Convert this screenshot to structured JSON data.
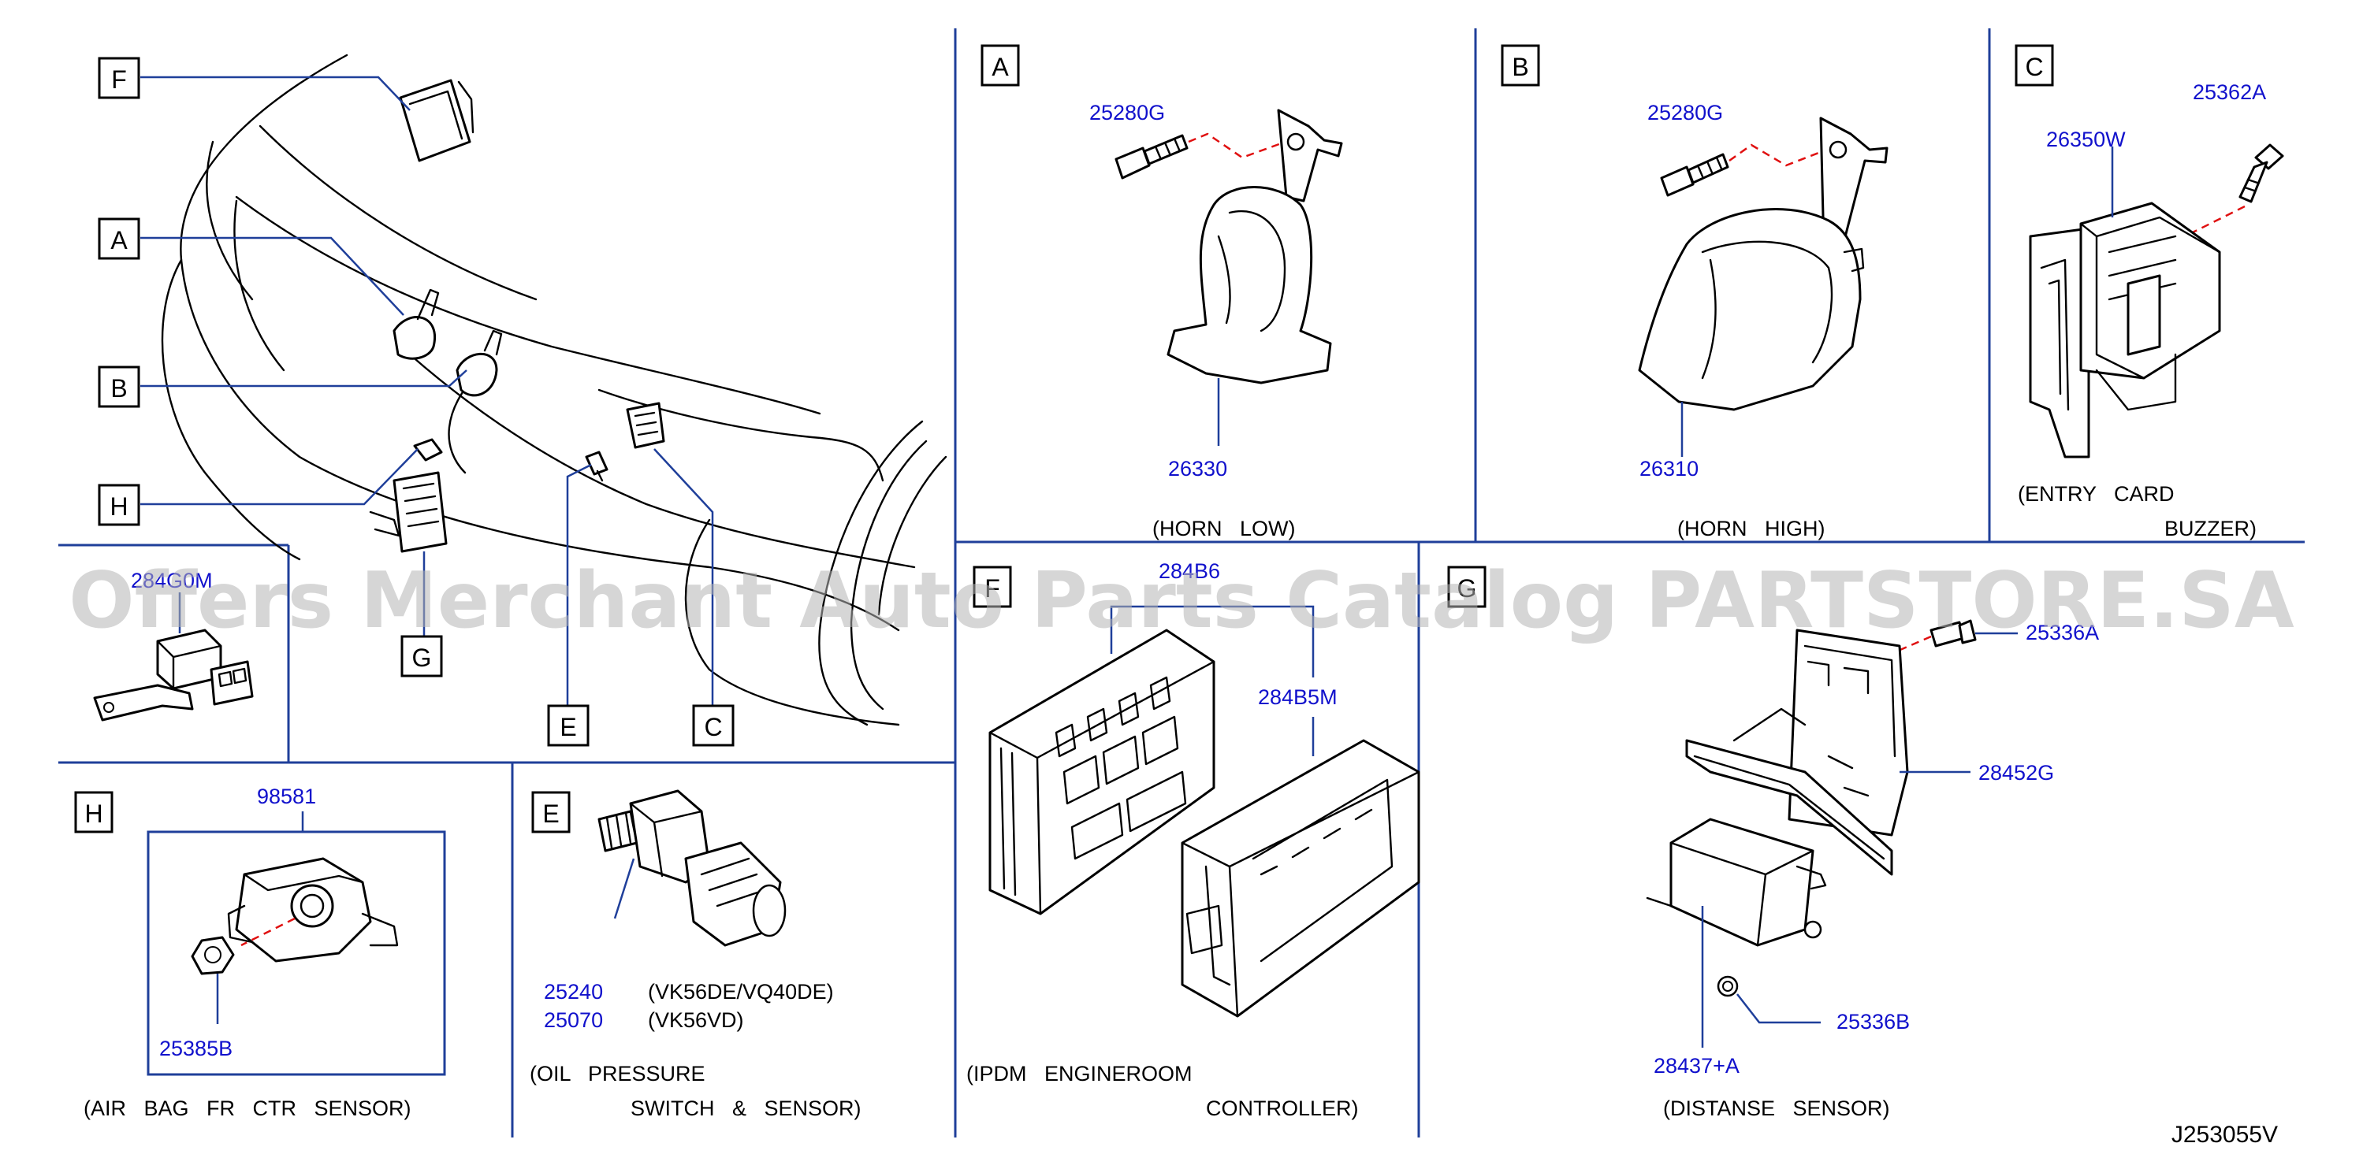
{
  "diagram_id": "J253055V",
  "watermark": "Offers Merchant Auto Parts Catalog PARTSTORE.SA",
  "overview": {
    "callouts": [
      "F",
      "A",
      "B",
      "H",
      "G",
      "E",
      "C"
    ]
  },
  "sections": {
    "A": {
      "ref": "A",
      "parts": [
        "25280G",
        "26330"
      ],
      "caption": "(HORN   LOW)"
    },
    "B": {
      "ref": "B",
      "parts": [
        "25280G",
        "26310"
      ],
      "caption": "(HORN   HIGH)"
    },
    "C": {
      "ref": "C",
      "parts": [
        "26350W",
        "25362A"
      ],
      "caption_line1": "(ENTRY   CARD",
      "caption_line2": "BUZZER)"
    },
    "F": {
      "ref": "F",
      "parts": [
        "284B6",
        "284B5M"
      ],
      "caption_line1": "(IPDM   ENGINEROOM",
      "caption_line2": "CONTROLLER)"
    },
    "G": {
      "ref": "G",
      "parts": [
        "25336A",
        "28452G",
        "28437+A",
        "25336B"
      ],
      "caption": "(DISTANSE   SENSOR)"
    },
    "H": {
      "ref": "H",
      "parts": [
        "98581",
        "25385B"
      ],
      "caption": "(AIR   BAG   FR   CTR   SENSOR)"
    },
    "E": {
      "ref": "E",
      "parts": [
        "25240",
        "25070"
      ],
      "variants": [
        "(VK56DE/VQ40DE)",
        "(VK56VD)"
      ],
      "caption_line1": "(OIL   PRESSURE",
      "caption_line2": "SWITCH   &   SENSOR)"
    },
    "mid_left": {
      "parts": [
        "284G0M"
      ]
    }
  }
}
